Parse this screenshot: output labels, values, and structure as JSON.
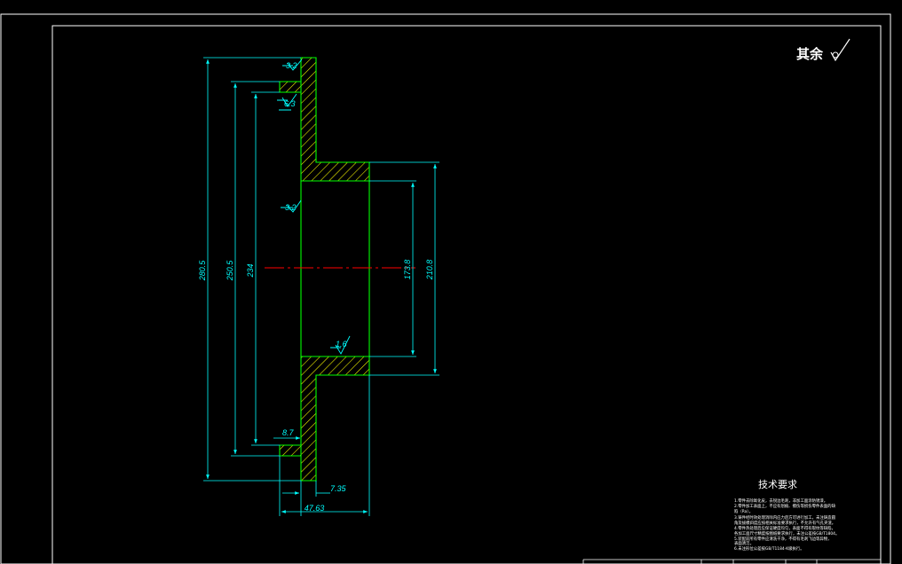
{
  "drawing": {
    "surface_note": "其余",
    "roughness_symbol": "surface-roughness-check-icon",
    "dimensions": {
      "d_outer": "280.5",
      "d_mid": "250.5",
      "d_inner": "234",
      "d_bore": "173.8",
      "d_hub": "210.8",
      "w_small": "8.7",
      "w_flange": "7.35",
      "w_total": "47.63"
    },
    "roughness_marks": [
      "3.2",
      "6.3",
      "3.2",
      "1.6"
    ],
    "tech_requirements": {
      "title": "技术要求",
      "lines": [
        "1.零件去除氧化皮，去锐边毛刺，非加工面涂防锈漆。",
        "2.零件加工表面上，不应有划痕、擦伤等损伤零件表面的缺",
        "  陷（Ra）。",
        "3.铸件经时效处理消除内应力后方可进行加工，未注铸造圆",
        "  角及拔模斜度应按相关标准要求执行，不允许有气孔夹渣。",
        "4.零件热处理后应保证硬度均匀，表面不得有裂纹等缺陷，",
        "  各加工面尺寸精度按图纸要求执行，未注公差按GB/T1804。",
        "5.装配前所有零件应清洗干净，不得有毛刺飞边等异物，",
        "  表面清洁。",
        "6.未注形位公差按GB/T1184-K级执行。"
      ]
    },
    "colors": {
      "background": "#000000",
      "frame": "#ffffff",
      "part_outline": "#00ff00",
      "hatch": "#ffff00",
      "dimension": "#00ffff",
      "centerline": "#ff0000"
    }
  }
}
